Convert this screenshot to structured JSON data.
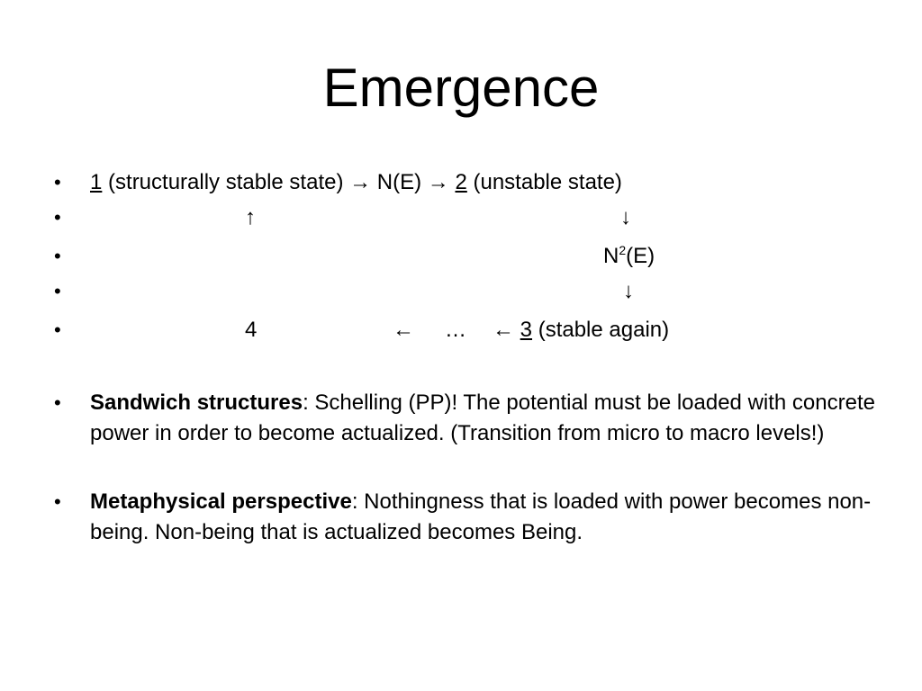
{
  "title": "Emergence",
  "bullet_char": "•",
  "diagram": {
    "row1": {
      "num1": "1",
      "text1": " (structurally stable state) ",
      "arrow_right_1": "→",
      "ne": " N(E) ",
      "arrow_right_2": "→",
      "num2": "2",
      "text2": " (unstable state)"
    },
    "row2": {
      "arrow_up": "↑",
      "arrow_down": "↓"
    },
    "row3": {
      "n2e_base": "N",
      "n2e_sup": "2",
      "n2e_tail": "(E)"
    },
    "row4": {
      "arrow_down": "↓"
    },
    "row5": {
      "num4": "4",
      "arrow_left_1": "←",
      "ellipsis": "…",
      "arrow_left_2": "←",
      "num3": "3",
      "text3": " (stable again)"
    }
  },
  "paragraphs": [
    {
      "bold": "Sandwich structures",
      "text": ": Schelling (PP)! The potential must be loaded with concrete power in order to become actualized. (Transition from micro to macro levels!)"
    },
    {
      "bold": "Metaphysical perspective",
      "text": ": Nothingness that is loaded with power becomes non-being. Non-being that is actualized becomes Being."
    }
  ]
}
